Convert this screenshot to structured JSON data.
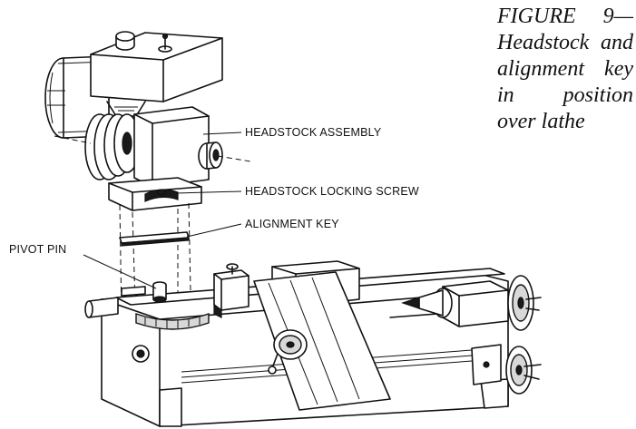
{
  "figure": {
    "caption": "FIGURE 9—Headstock and alignment key in position over lathe"
  },
  "labels": {
    "headstock_assembly": "HEADSTOCK ASSEMBLY",
    "headstock_locking_screw": "HEADSTOCK LOCKING SCREW",
    "alignment_key": "ALIGNMENT KEY",
    "pivot_pin": "PIVOT PIN"
  }
}
